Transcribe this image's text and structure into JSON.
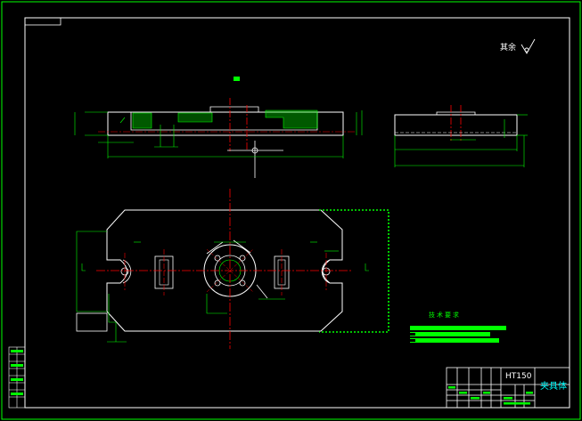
{
  "roughness_note": "其余",
  "tech_requirements": {
    "heading": "技术要求",
    "lines": [
      "",
      "",
      ""
    ]
  },
  "title_block": {
    "material": "HT150",
    "part_name": "夹具体"
  },
  "colors": {
    "background": "#000000",
    "outline": "#ffffff",
    "dimension": "#00ff00",
    "centerline": "#ff0000",
    "hidden_line": "#ffff00",
    "accent": "#ff00ff"
  }
}
